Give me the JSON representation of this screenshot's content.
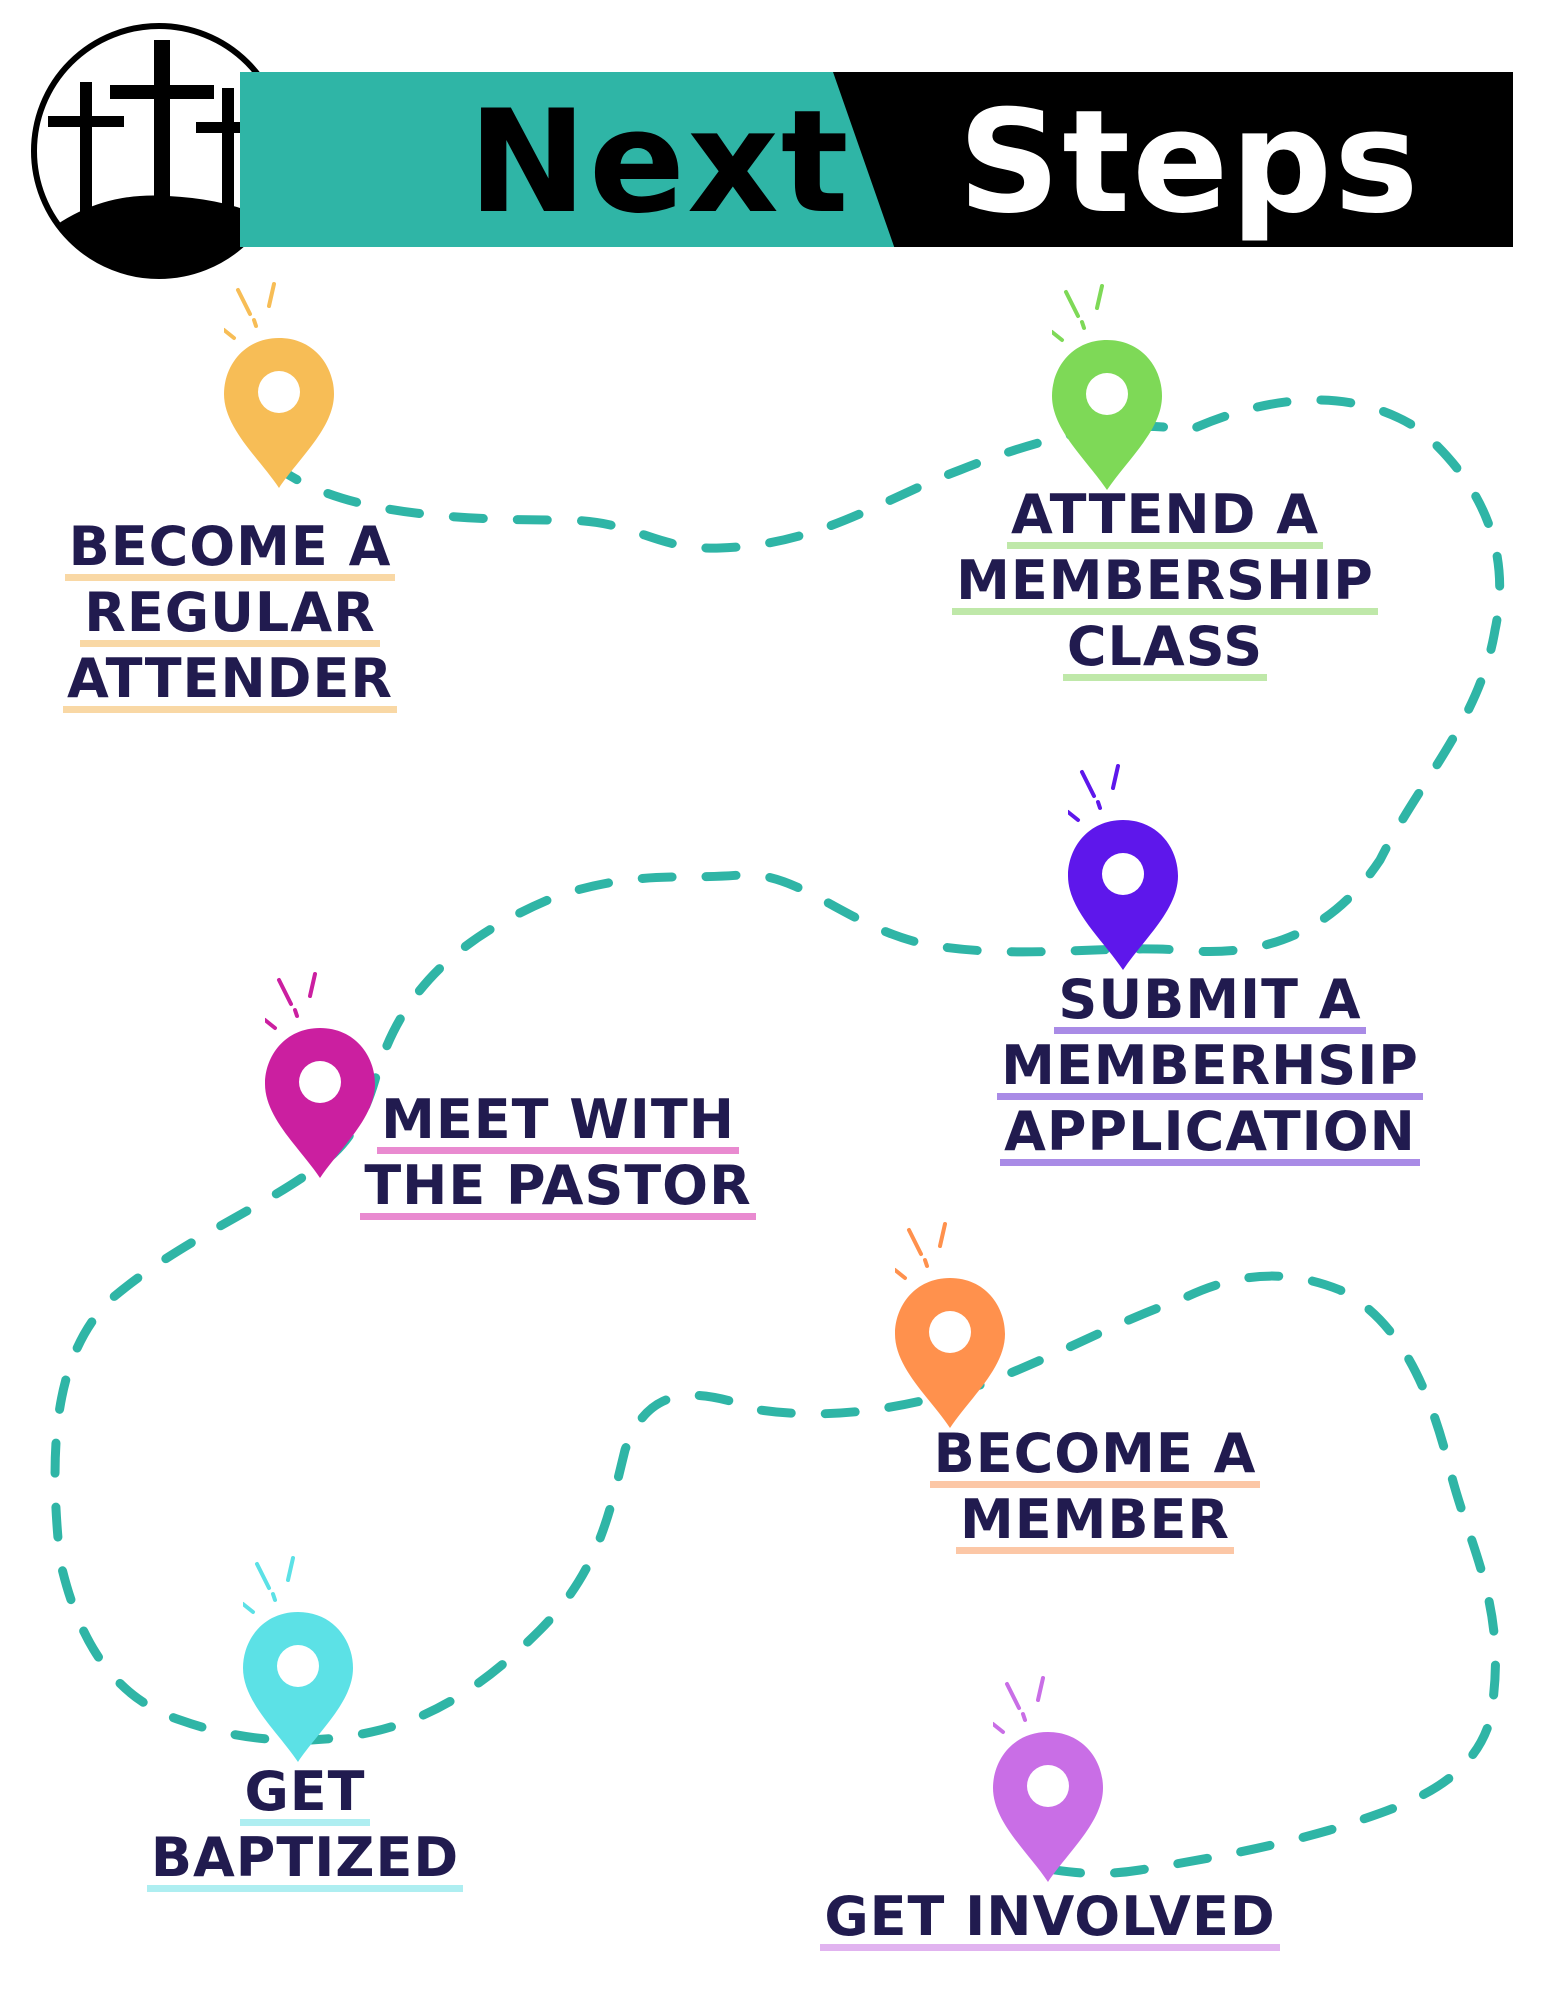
{
  "header": {
    "title_word_1": "Next",
    "title_word_2": "Steps",
    "logo_icon": "three-crosses-on-hill-icon",
    "colors": {
      "teal": "#2fb5a6",
      "black": "#000000",
      "white": "#ffffff"
    }
  },
  "path": {
    "color": "#2fb5a6",
    "style": "dashed"
  },
  "steps": [
    {
      "lines": [
        "BECOME A",
        "REGULAR",
        "ATTENDER"
      ],
      "pin_color": "#f7bd56",
      "underline_color": "#f9d8a5"
    },
    {
      "lines": [
        "ATTEND A",
        "MEMBERSHIP",
        "CLASS"
      ],
      "pin_color": "#7ed957",
      "underline_color": "#bfe8a9"
    },
    {
      "lines": [
        "SUBMIT A",
        "MEMBERHSIP",
        "APPLICATION"
      ],
      "pin_color": "#5e17eb",
      "underline_color": "#a98be6"
    },
    {
      "lines": [
        "MEET WITH",
        "THE PASTOR"
      ],
      "pin_color": "#cb1fa0",
      "underline_color": "#e98ad0"
    },
    {
      "lines": [
        "BECOME A",
        "MEMBER"
      ],
      "pin_color": "#ff914d",
      "underline_color": "#fcc7a6"
    },
    {
      "lines": [
        "GET",
        "BAPTIZED"
      ],
      "pin_color": "#5ce1e6",
      "underline_color": "#aeeef1"
    },
    {
      "lines": [
        "GET INVOLVED"
      ],
      "pin_color": "#c96ee6",
      "underline_color": "#e1b3f0"
    }
  ],
  "text_color": "#211b4f"
}
